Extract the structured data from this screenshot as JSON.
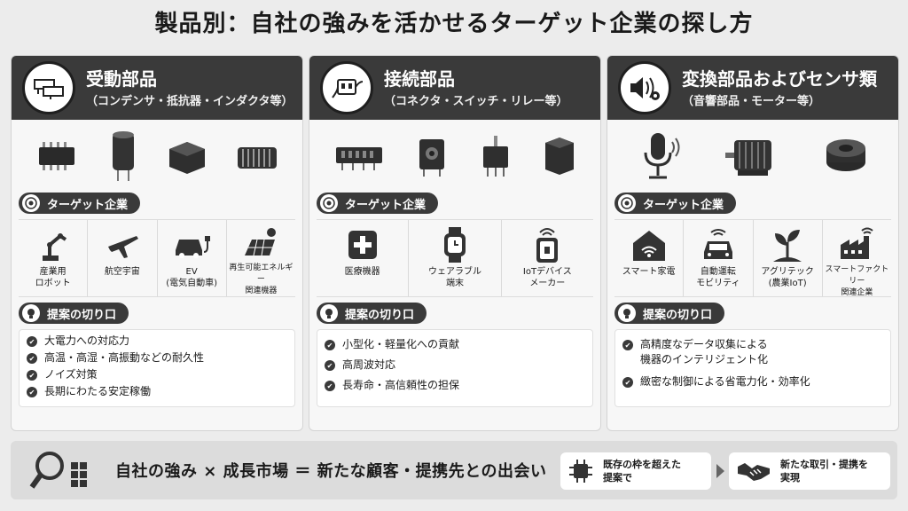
{
  "title": "製品別：自社の強みを活かせるターゲット企業の探し方",
  "section_labels": {
    "targets": "ターゲット企業",
    "proposals": "提案の切り口"
  },
  "columns": [
    {
      "title": "受動部品",
      "subtitle": "（コンデンサ・抵抗器・インダクタ等）",
      "targets": [
        "産業用\nロボット",
        "航空宇宙",
        "EV\n(電気自動車)",
        "再生可能エネルギー\n関連機器"
      ],
      "proposals": [
        "大電力への対応力",
        "高温・高湿・高振動などの耐久性",
        "ノイズ対策",
        "長期にわたる安定稼働"
      ]
    },
    {
      "title": "接続部品",
      "subtitle": "（コネクタ・スイッチ・リレー等）",
      "targets": [
        "医療機器",
        "ウェアラブル\n端末",
        "IoTデバイス\nメーカー"
      ],
      "proposals": [
        "小型化・軽量化への貢献",
        "高周波対応",
        "長寿命・高信頼性の担保"
      ]
    },
    {
      "title": "変換部品およびセンサ類",
      "subtitle": "（音響部品・モーター等）",
      "targets": [
        "スマート家電",
        "自動運転\nモビリティ",
        "アグリテック\n(農業IoT)",
        "スマートファクトリー\n関連企業"
      ],
      "proposals": [
        "高精度なデータ収集による\n機器のインテリジェント化",
        "緻密な制御による省電力化・効率化"
      ]
    }
  ],
  "bottom": {
    "message": "自社の強み × 成長市場 ＝ 新たな顧客・提携先との出会い",
    "box1": "既存の枠を超えた\n提案で",
    "box2": "新たな取引・提携を\n実現"
  },
  "colors": {
    "dark": "#3a3a3a",
    "panel": "#f7f7f7",
    "background": "#ececec"
  }
}
